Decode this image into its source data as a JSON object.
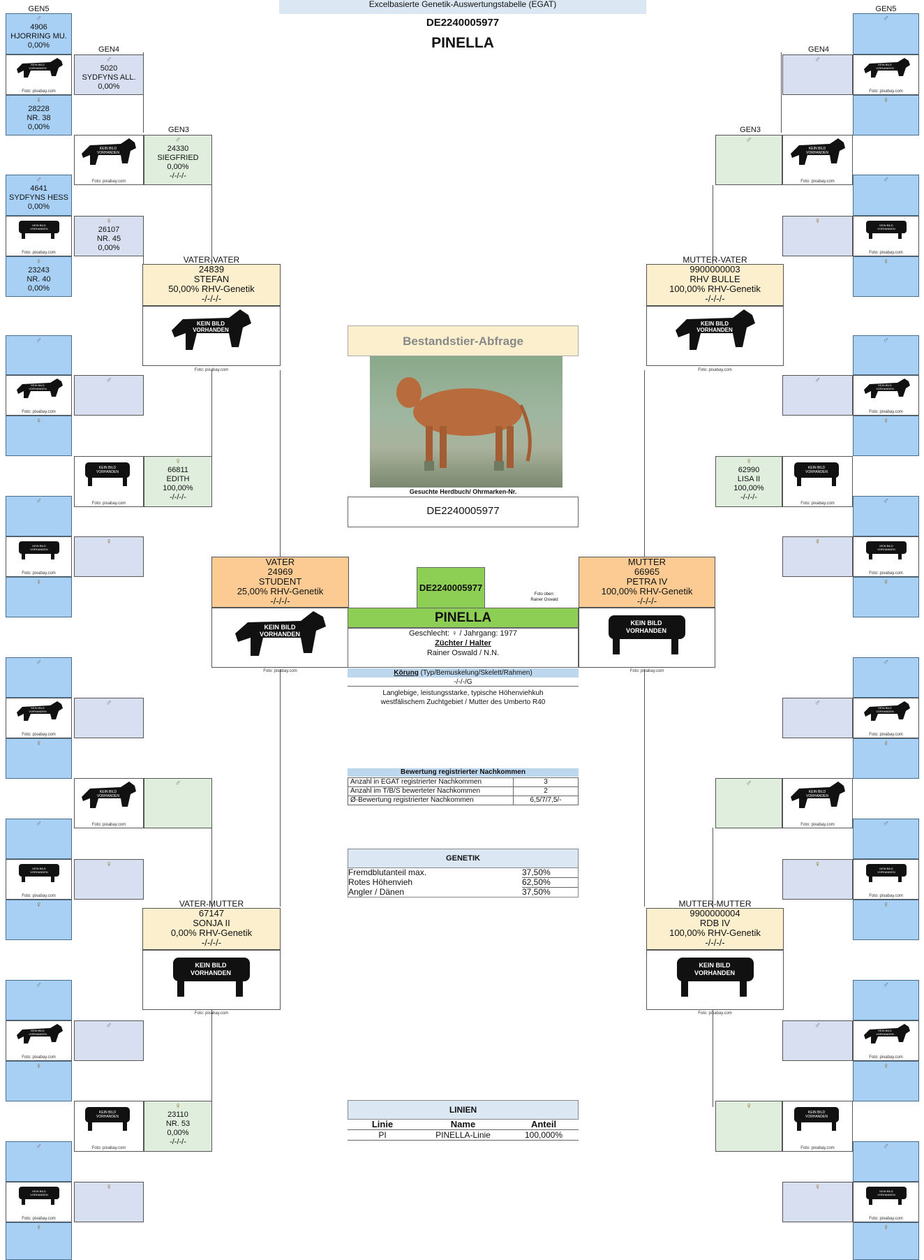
{
  "header": {
    "title_partial": "STAMMBAUM",
    "subtitle": "Excelbasierte Genetik-Auswertungstabelle (EGAT)",
    "id": "DE2240005977",
    "name": "PINELLA"
  },
  "labels": {
    "gen5_left": "GEN5",
    "gen5_right": "GEN5",
    "gen4_left": "GEN4",
    "gen4_right": "GEN4",
    "gen3_left": "GEN3",
    "gen3_right": "GEN3",
    "male": "♂",
    "female": "♀",
    "foto": "Foto: pixabay.com",
    "no_image_line1": "KEIN BILD",
    "no_image_line2": "VORHANDEN"
  },
  "left_top": {
    "g5_1": {
      "sym": "♂",
      "id": "4906",
      "name": "HJORRING MU.",
      "pct": "0,00%"
    },
    "g5_2": {
      "sym": "♀",
      "id": "28228",
      "name": "NR. 38",
      "pct": "0,00%"
    },
    "g5_3": {
      "sym": "♂",
      "id": "4641",
      "name": "SYDFYNS HESS",
      "pct": "0,00%"
    },
    "g5_4": {
      "sym": "♀",
      "id": "23243",
      "name": "NR. 40",
      "pct": "0,00%"
    },
    "g4_1": {
      "sym": "♂",
      "id": "5020",
      "name": "SYDFYNS ALL.",
      "pct": "0,00%"
    },
    "g4_2": {
      "sym": "♀",
      "id": "26107",
      "name": "NR. 45",
      "pct": "0,00%"
    },
    "g3": {
      "sym": "♂",
      "id": "24330",
      "name": "SIEGFRIED",
      "pct": "0,00%",
      "k": "-/-/-/-"
    },
    "g2": {
      "role": "VATER-VATER",
      "id": "24839",
      "name": "STEFAN",
      "pct": "50,00%  RHV-Genetik",
      "k": "-/-/-/-"
    }
  },
  "left_mid": {
    "g3": {
      "sym": "♀",
      "id": "66811",
      "name": "EDITH",
      "pct": "100,00%",
      "k": "-/-/-/-"
    }
  },
  "father": {
    "role": "VATER",
    "id": "24969",
    "name": "STUDENT",
    "pct": "25,00%  RHV-Genetik",
    "k": "-/-/-/-"
  },
  "mother": {
    "role": "MUTTER",
    "id": "66965",
    "name": "PETRA IV",
    "pct": "100,00%  RHV-Genetik",
    "k": "-/-/-/-"
  },
  "right_top": {
    "g2": {
      "role": "MUTTER-VATER",
      "id": "9900000003",
      "name": "RHV BULLE",
      "pct": "100,00%  RHV-Genetik",
      "k": "-/-/-/-"
    },
    "g3_f": {
      "sym": "♀",
      "id": "62990",
      "name": "LISA II",
      "pct": "100,00%",
      "k": "-/-/-/-"
    }
  },
  "left_bottom": {
    "g2": {
      "role": "VATER-MUTTER",
      "id": "67147",
      "name": "SONJA II",
      "pct": "0,00%  RHV-Genetik",
      "k": "-/-/-/-"
    },
    "g3_f": {
      "sym": "♀",
      "id": "23110",
      "name": "NR. 53",
      "pct": "0,00%",
      "k": "-/-/-/-"
    }
  },
  "right_bottom": {
    "g2": {
      "role": "MUTTER-MUTTER",
      "id": "9900000004",
      "name": "RDB IV",
      "pct": "100,00%  RHV-Genetik",
      "k": "-/-/-/-"
    }
  },
  "center": {
    "query_title": "Bestandstier-Abfrage",
    "search_label": "Gesuchte Herdbuch/ Ohrmarken-Nr.",
    "search_value": "DE2240005977",
    "animal_id": "DE2240005977",
    "photo_credit_line1": "Foto oben:",
    "photo_credit_line2": "Rainer Oswald",
    "animal_name": "PINELLA",
    "sex_year": "Geschlecht: ♀ / Jahrgang: 1977",
    "breeder_label": "Züchter / Halter",
    "breeder": "Rainer Oswald / N.N.",
    "koerung_label": "Körung",
    "koerung_sub": "(Typ/Bemuskelung/Skelett/Rahmen)",
    "koerung_value": "-/-/-/G",
    "desc1": "Langlebige, leistungsstarke, typische Höhenviehkuh",
    "desc2": "westfälischem Zuchtgebiet / Mutter des Umberto R40"
  },
  "offspring": {
    "title": "Bewertung registrierter Nachkommen",
    "rows": [
      {
        "label": "Anzahl in EGAT registrierter Nachkommen",
        "value": "3"
      },
      {
        "label": "Anzahl im T/B/S bewerteter Nachkommen",
        "value": "2"
      },
      {
        "label": "Ø-Bewertung registrierter Nachkommen",
        "value": "6,5/7/7,5/-"
      }
    ]
  },
  "genetik": {
    "title": "GENETIK",
    "rows": [
      {
        "label": "Fremdblutanteil max.",
        "value": "37,50%"
      },
      {
        "label": "Rotes Höhenvieh",
        "value": "62,50%"
      },
      {
        "label": "Angler / Dänen",
        "value": "37,50%"
      }
    ]
  },
  "linien": {
    "title": "LINIEN",
    "headers": [
      "Linie",
      "Name",
      "Anteil"
    ],
    "rows": [
      {
        "linie": "PI",
        "name": "PINELLA-Linie",
        "anteil": "100,000%"
      }
    ]
  }
}
